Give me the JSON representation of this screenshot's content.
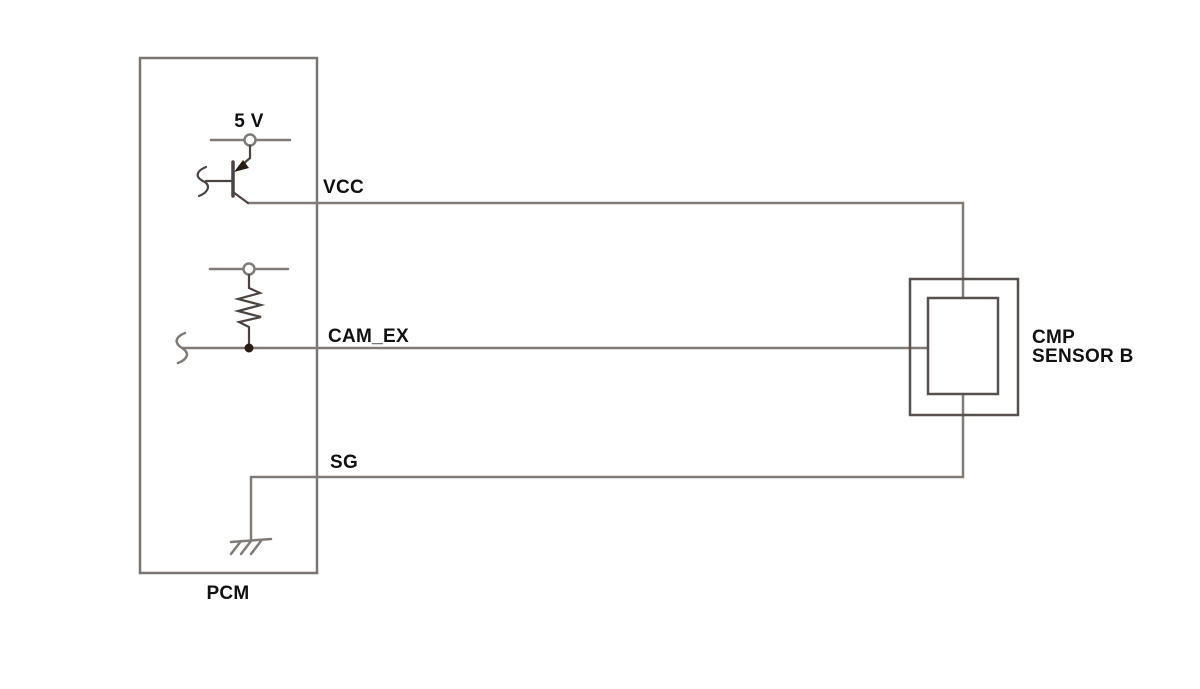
{
  "diagram": {
    "type": "wiring-diagram",
    "modules": {
      "pcm": {
        "label": "PCM"
      },
      "cmp_sensor": {
        "label_line1": "CMP",
        "label_line2": "SENSOR B"
      }
    },
    "supply": {
      "label": "5 V"
    },
    "signals": {
      "vcc": {
        "label": "VCC"
      },
      "cam_ex": {
        "label": "CAM_EX"
      },
      "sg": {
        "label": "SG"
      }
    },
    "components": {
      "transistor": "pnp-transistor",
      "resistor": "pull-up-resistor",
      "supply_terminal": "open-circle-terminal",
      "pullup_terminal": "open-circle-terminal",
      "ground": "chassis-ground",
      "junction": "junction-dot",
      "wire_breaks": "s-curve-break"
    },
    "colors": {
      "background": "#ffffff",
      "wire": "#817b78",
      "module_box": "#7b7572",
      "sensor_box": "#57504c",
      "component": "#4c4440",
      "junction_dot": "#2a1d15",
      "text": "#111111"
    }
  }
}
